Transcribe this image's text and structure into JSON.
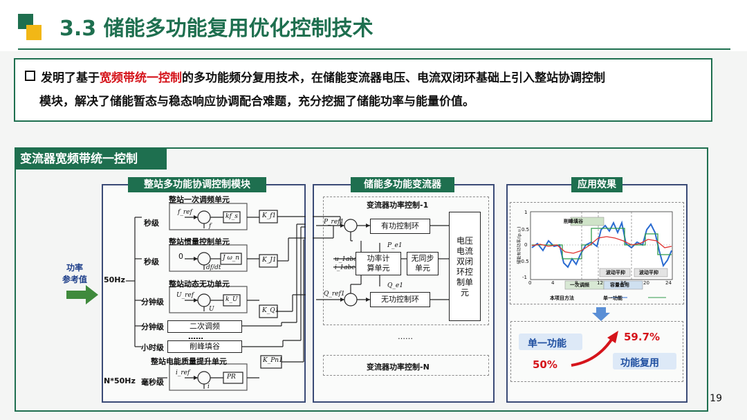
{
  "header": {
    "title": "3.3 储能多功能复用优化控制技术"
  },
  "intro": {
    "pre": "发明了基于",
    "highlight": "宽频带统一控制",
    "post": "的多功能频分复用技术，在储能变流器电压、电流双闭环基础上引入整站协调控制",
    "line2": "模块，解决了储能暂态与稳态响应协调配合难题，充分挖掘了储能功率与能量价值。"
  },
  "section": {
    "title": "变流器宽频带统一控制"
  },
  "left_panel": {
    "tag": "整站多功能协调控制模块",
    "input_label_1": "功率",
    "input_label_2": "参考值",
    "freq_label": "50Hz",
    "nfreq_label": "N*50Hz",
    "units": [
      {
        "title": "整站一次调频单元",
        "level": "秒级",
        "ref": "f_ref",
        "fb": "f",
        "gain": "kf_s",
        "k": "K_f1"
      },
      {
        "title": "整站惯量控制单元",
        "level": "秒级",
        "ref": "0",
        "fb": "df/dt",
        "gain": "J ω_n",
        "k": "K_J1"
      },
      {
        "title": "整站动态无功单元",
        "level": "分钟级",
        "ref": "U_ref",
        "fb": "U",
        "gain": "k_U",
        "k": "K_Q1"
      }
    ],
    "secondary": {
      "level": "分钟级",
      "label": "二次调频"
    },
    "dots": "……",
    "peak": {
      "level": "小时级",
      "label": "削峰填谷"
    },
    "pq_unit": {
      "title": "整站电能质量提升单元",
      "level": "毫秒级",
      "ref": "i_ref",
      "fb": "i",
      "gain": "PR",
      "k": "K_Pn1"
    }
  },
  "mid_panel": {
    "tag": "储能多功能变流器",
    "top_title": "变流器功率控制-1",
    "p_ref": "P_ref1",
    "q_ref": "Q_ref1",
    "u_in": "u_1abc",
    "i_in": "i_1abc",
    "active": "有功控制环",
    "reactive": "无功控制环",
    "calc_1": "功率计",
    "calc_2": "算单元",
    "sync_1": "无同步",
    "sync_2": "单元",
    "pe": "P_e1",
    "qe": "Q_e1",
    "dbl": [
      "电压",
      "电流",
      "双闭",
      "环控",
      "制单",
      "元"
    ],
    "dots": "……",
    "bottom_title": "变流器功率控制-N"
  },
  "right_panel": {
    "tag": "应用效果",
    "chart": {
      "yticks": [
        "1",
        "0.5",
        "0",
        "-0.5",
        "-1"
      ],
      "xticks": [
        "0",
        "4",
        "8",
        "12",
        "16",
        "20",
        "24"
      ],
      "ylabel": "储能有功功率/(p.u.)",
      "annot_top": "削峰填谷",
      "annot_mid1": "波动平抑",
      "annot_mid2": "波动平抑",
      "band_1": "一次调频",
      "band_2": "容量备用",
      "legend_1": "本项目方法",
      "legend_2": "单一功能",
      "colors": {
        "method": "#e0312f",
        "single": "#2e9a4a",
        "noise": "#2a6bd1"
      }
    },
    "result": {
      "single_label": "单一功能",
      "single_value": "50%",
      "multi_value": "59.7%",
      "multi_label": "功能复用"
    }
  },
  "page": {
    "number": "19"
  }
}
